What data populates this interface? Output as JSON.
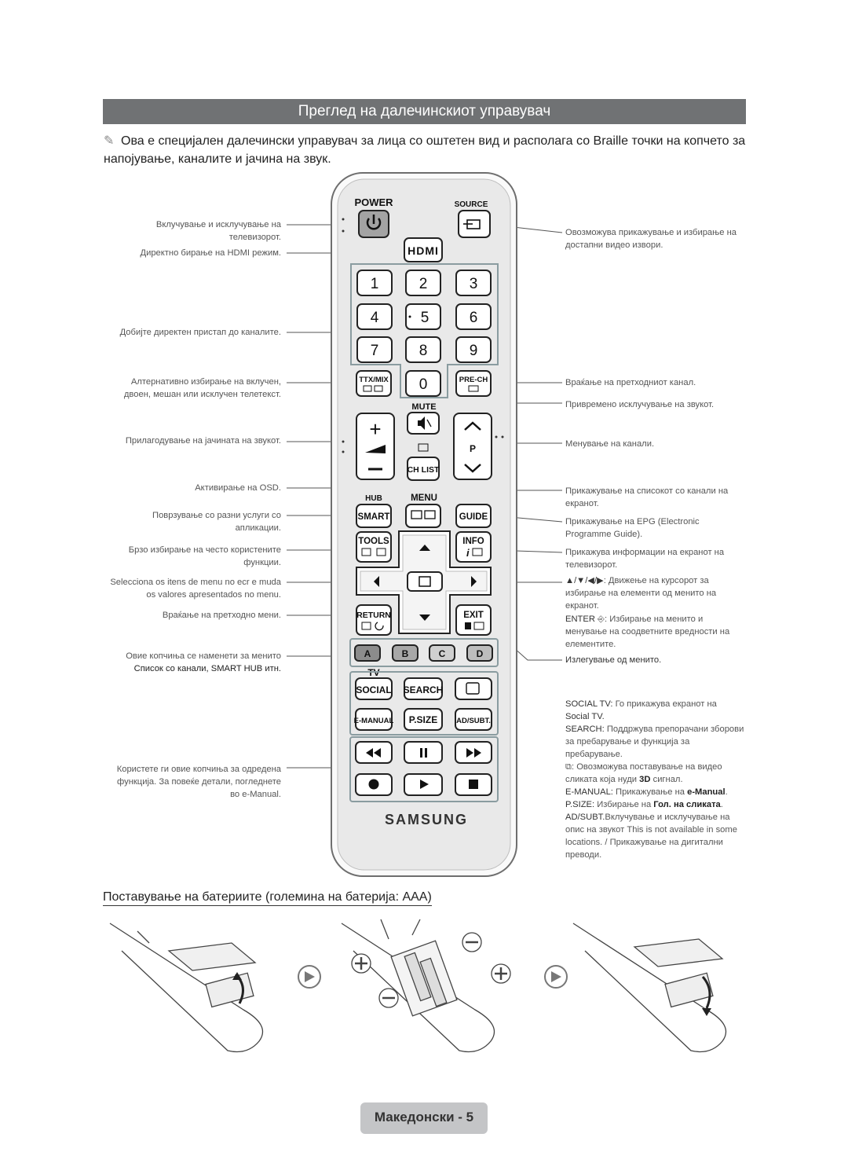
{
  "page": {
    "title": "Преглед на далечинскиот управувач",
    "note": "Ова е специјален далечински управувач за лица со оштетен вид и располага со Braille точки на копчето за напојување, каналите и јачина на звук.",
    "section_heading": "Поставување на батериите (големина на батерија: AAA)",
    "footer": "Македонски - 5"
  },
  "remote": {
    "power": "POWER",
    "source": "SOURCE",
    "hdmi": "HDMI",
    "digits": [
      "1",
      "2",
      "3",
      "4",
      "5",
      "6",
      "7",
      "8",
      "9",
      "0"
    ],
    "ttx": "TTX/MIX",
    "prech": "PRE-CH",
    "mute": "MUTE",
    "p": "P",
    "chlist": "CH LIST",
    "hub": "HUB",
    "menu": "MENU",
    "smart": "SMART",
    "guide": "GUIDE",
    "tools": "TOOLS",
    "info": "INFO",
    "return": "RETURN",
    "exit": "EXIT",
    "colors": [
      "A",
      "B",
      "C",
      "D"
    ],
    "tv": "TV",
    "social": "SOCIAL",
    "search": "SEARCH",
    "emanual": "E-MANUAL",
    "psize": "P.SIZE",
    "adsubt": "AD/SUBT.",
    "brand": "SAMSUNG"
  },
  "left_annotations": [
    "Вклучување и исклучување на телевизорот.",
    "Директно бирање на HDMI режим.",
    "Добијте директен пристап до каналите.",
    "Алтернативно избирање на вклучен, двоен, мешан или исклучен телетекст.",
    "Прилагодување на јачината на звукот.",
    "Активирање на OSD.",
    "Поврзување со разни услуги со апликации.",
    "Брзо избирање на често користените функции.",
    "Selecciona os itens de menu no ecr e muda os valores apresentados no menu.",
    "Враќање на претходно мени.",
    "Овие копчиња се наменети за менито",
    "Список со канали, SMART HUB итн.",
    "Користете ги овие копчиња за одредена функција. За повеќе детали, погледнете во e-Manual."
  ],
  "right_annotations": {
    "source": "Овозможува прикажување и избирање на достапни видео извори.",
    "prech": "Враќање на претходниот канал.",
    "mute": "Привремено исклучување на звукот.",
    "channel": "Менување на канали.",
    "chlist": "Прикажување на списокот со канали на екранот.",
    "guide": "Прикажување на EPG (Electronic Programme Guide).",
    "info": "Прикажува информации на екранот на телевизорот.",
    "arrows_prefix": "▲/▼/◀/▶",
    "arrows": ": Движење на курсорот за избирање на елементи од менито на екранот.",
    "enter_label": "ENTER",
    "enter": ": Избирање на менито и менување на соодветните вредности на елементите.",
    "exit": "Излегување од менито.",
    "social_label": "SOCIAL TV:",
    "social": "Го прикажува екранот на",
    "social_b": "Social TV.",
    "search_label": "SEARCH:",
    "search": "Поддржува препорачани зборови за пребарување и функција за пребарување.",
    "threed": ": Овозможува поставување на видео сликата која нуди",
    "threed_b": "3D",
    "threed_end": "сигнал.",
    "emanual_label": "E-MANUAL:",
    "emanual": "Прикажување на",
    "emanual_b": "e-Manual",
    "psize_label": "P.SIZE:",
    "psize": "Избирање на",
    "psize_b": "Гол. на сликата",
    "adsubt_label": "AD/SUBT.",
    "adsubt": "Вклучување и исклучување на опис на звукот This is not available in some locations. / Прикажување на дигитални преводи."
  }
}
